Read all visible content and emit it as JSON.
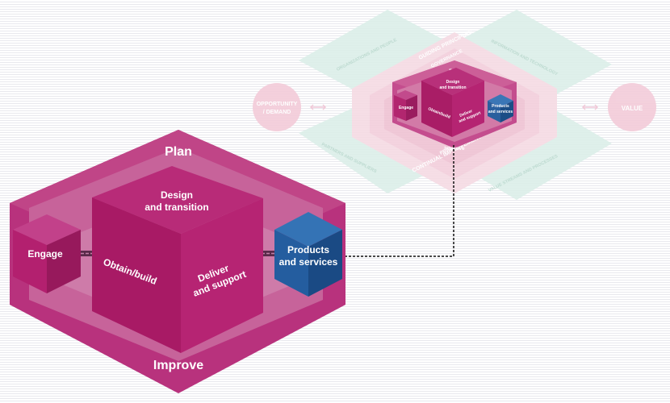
{
  "large_model": {
    "plan_label": "Plan",
    "improve_label": "Improve",
    "design_label_line1": "Design",
    "design_label_line2": "and transition",
    "obtain_label": "Obtain/build",
    "deliver_label_line1": "Deliver",
    "deliver_label_line2": "and support",
    "engage_label": "Engage",
    "products_label_line1": "Products",
    "products_label_line2": "and services"
  },
  "small_model": {
    "plan_label": "Plan",
    "improve_label": "Improve",
    "design_label_line1": "Design",
    "design_label_line2": "and transition",
    "obtain_label": "Obtain/build",
    "deliver_label_line1": "Deliver",
    "deliver_label_line2": "and support",
    "engage_label": "Engage",
    "products_label_line1": "Products",
    "products_label_line2": "and services"
  },
  "background_overview": {
    "opportunity_label_line1": "OPPORTUNITY",
    "opportunity_label_line2": "/ DEMAND",
    "value_label": "VALUE",
    "guiding_principles": "GUIDING PRINCIPLES",
    "governance": "GOVERNANCE",
    "practices": "PRACTICES",
    "continual_improvement": "CONTINUAL IMPROVEMENT",
    "organizations_and_people": "ORGANIZATIONS AND PEOPLE",
    "information_and_technology": "INFORMATION AND TECHNOLOGY",
    "partners_and_suppliers": "PARTNERS AND SUPPLIERS",
    "value_streams_and_processes": "VALUE STREAMS AND PROCESSES"
  },
  "colors": {
    "magenta": "#b5216f",
    "magenta_dark": "#8e1553",
    "blue": "#1f5a9c",
    "teal_faded": "#d9ece6",
    "pink_faded": "#f2c9d8"
  }
}
